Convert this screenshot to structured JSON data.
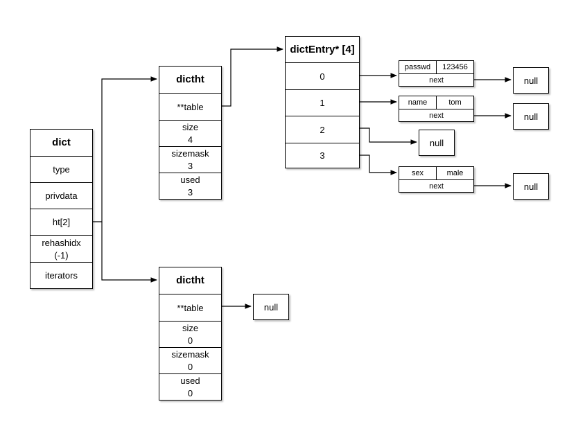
{
  "dict": {
    "title": "dict",
    "fields": [
      "type",
      "privdata",
      "ht[2]",
      "rehashidx\n(-1)",
      "iterators"
    ]
  },
  "ht0": {
    "title": "dictht",
    "table": "**table",
    "size": [
      "size",
      "4"
    ],
    "sizemask": [
      "sizemask",
      "3"
    ],
    "used": [
      "used",
      "3"
    ]
  },
  "ht1": {
    "title": "dictht",
    "table": "**table",
    "size": [
      "size",
      "0"
    ],
    "sizemask": [
      "sizemask",
      "0"
    ],
    "used": [
      "used",
      "0"
    ]
  },
  "dictEntryArray": {
    "title": "dictEntry* [4]",
    "slots": [
      "0",
      "1",
      "2",
      "3"
    ]
  },
  "entries": [
    {
      "key": "passwd",
      "value": "123456",
      "next": "next"
    },
    {
      "key": "name",
      "value": "tom",
      "next": "next"
    },
    {
      "key": "sex",
      "value": "male",
      "next": "next"
    }
  ],
  "null_label": "null"
}
